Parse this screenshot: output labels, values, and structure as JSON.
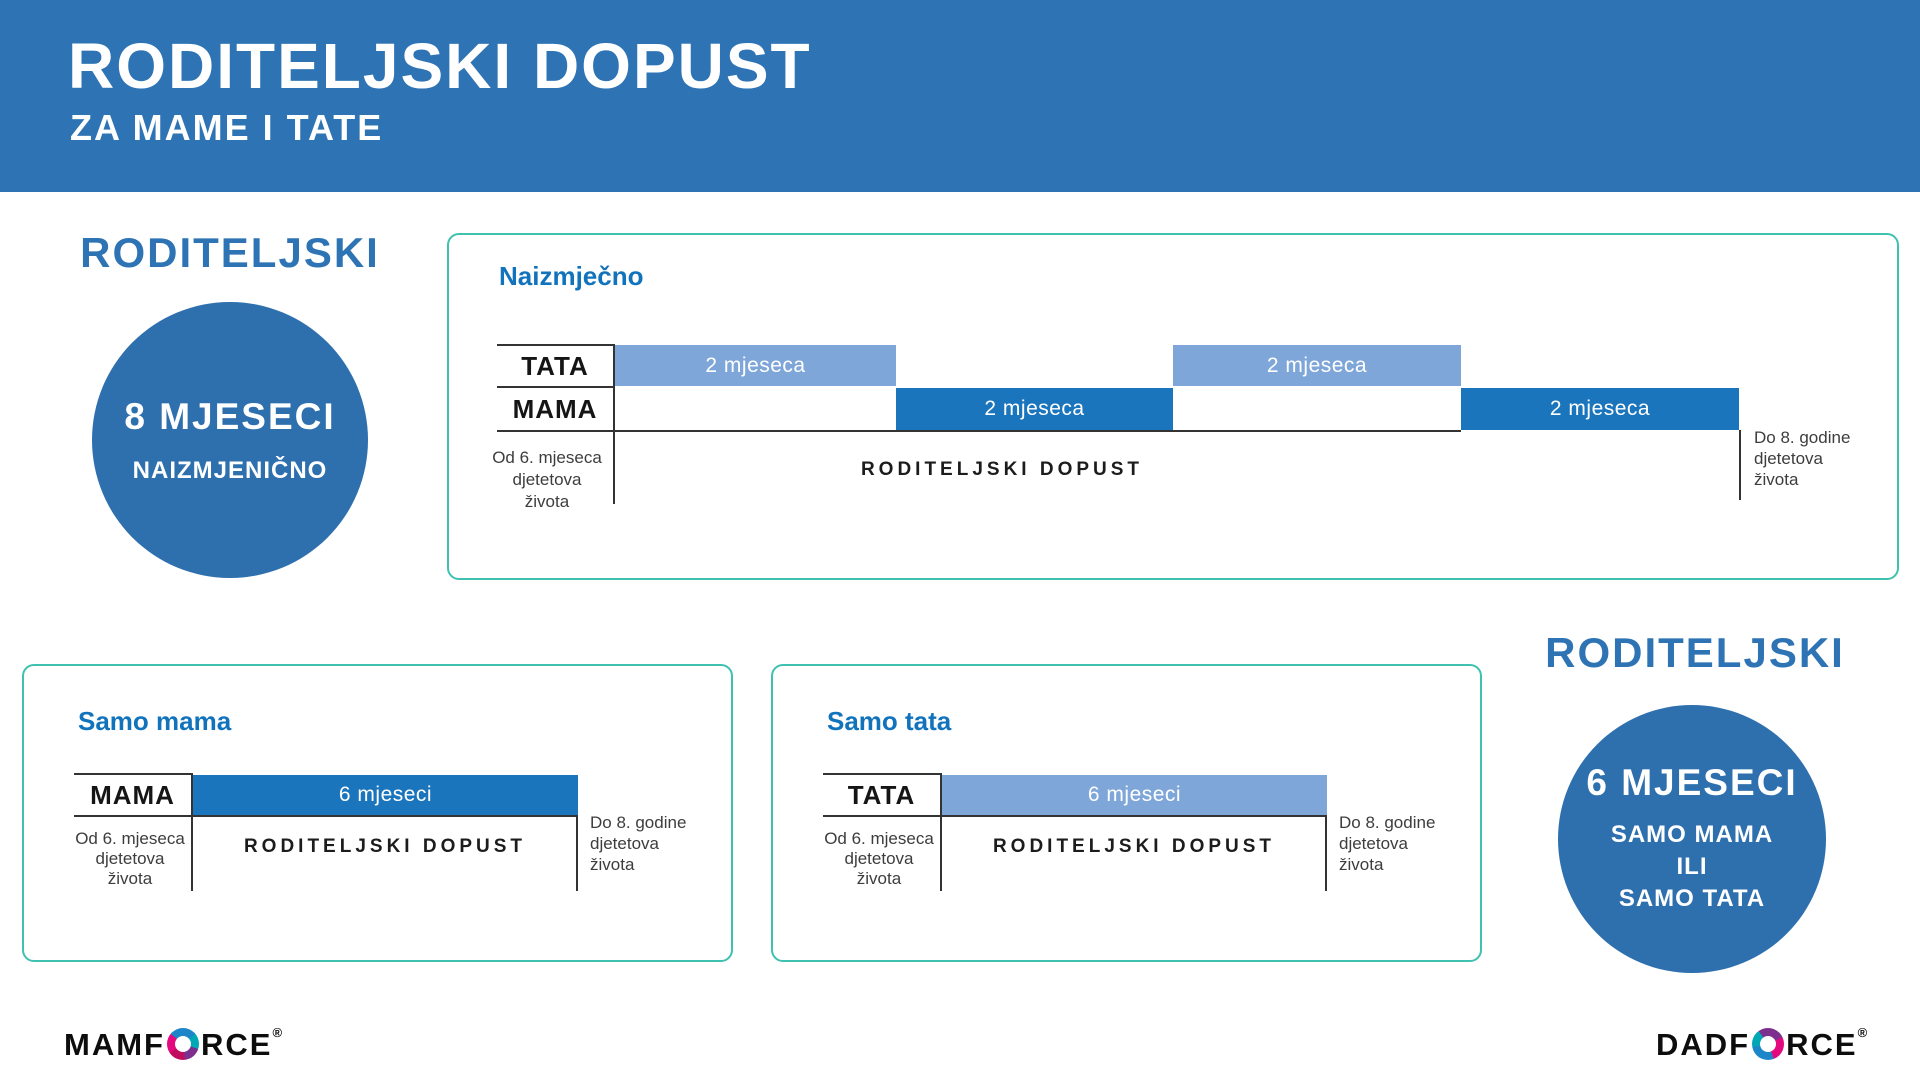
{
  "header": {
    "title": "RODITELJSKI DOPUST",
    "subtitle": "ZA MAME I TATE"
  },
  "left_summary": {
    "heading": "RODITELJSKI",
    "months": "8 MJESECI",
    "mode": "NAIZMJENIČNO"
  },
  "right_summary": {
    "heading": "RODITELJSKI",
    "months": "6 MJESECI",
    "mode_lines": [
      "SAMO MAMA",
      "ILI",
      "SAMO TATA"
    ]
  },
  "alternating": {
    "label": "Naizmječno",
    "row_labels": [
      "TATA",
      "MAMA"
    ],
    "bars": [
      {
        "row": "TATA",
        "label": "2 mjeseca"
      },
      {
        "row": "MAMA",
        "label": "2 mjeseca"
      },
      {
        "row": "TATA",
        "label": "2 mjeseca"
      },
      {
        "row": "MAMA",
        "label": "2 mjeseca"
      }
    ],
    "start_caption": [
      "Od 6. mjeseca",
      "djetetova",
      "života"
    ],
    "axis_caption": "RODITELJSKI DOPUST",
    "end_caption": [
      "Do 8. godine",
      "djetetova",
      "života"
    ]
  },
  "mama_panel": {
    "label": "Samo mama",
    "row_label": "MAMA",
    "bar_label": "6 mjeseci",
    "start_caption": [
      "Od 6. mjeseca",
      "djetetova",
      "života"
    ],
    "axis_caption": "RODITELJSKI DOPUST",
    "end_caption": [
      "Do 8. godine",
      "djetetova",
      "života"
    ]
  },
  "tata_panel": {
    "label": "Samo tata",
    "row_label": "TATA",
    "bar_label": "6 mjeseci",
    "start_caption": [
      "Od 6. mjeseca",
      "djetetova",
      "života"
    ],
    "axis_caption": "RODITELJSKI DOPUST",
    "end_caption": [
      "Do 8. godine",
      "djetetova",
      "života"
    ]
  },
  "logos": {
    "left": {
      "prefix": "MAMF",
      "suffix": "RCE",
      "reg": "®"
    },
    "right": {
      "prefix": "DADF",
      "suffix": "RCE",
      "reg": "®"
    }
  },
  "colors": {
    "header_blue": "#2e74b5",
    "circle_blue": "#2e6fae",
    "dark_bar_blue": "#1b75bc",
    "light_bar_blue": "#7ea6d8",
    "panel_label_blue": "#1273bd",
    "teal_border": "#3fc1b0"
  },
  "chart_data": [
    {
      "type": "timeline",
      "title": "Naizmječno",
      "unit": "months",
      "total_months": 8,
      "rows": [
        "TATA",
        "MAMA"
      ],
      "segments": [
        {
          "row": "TATA",
          "order": 1,
          "duration_months": 2,
          "label": "2 mjeseca"
        },
        {
          "row": "MAMA",
          "order": 2,
          "duration_months": 2,
          "label": "2 mjeseca"
        },
        {
          "row": "TATA",
          "order": 3,
          "duration_months": 2,
          "label": "2 mjeseca"
        },
        {
          "row": "MAMA",
          "order": 4,
          "duration_months": 2,
          "label": "2 mjeseca"
        }
      ],
      "start_label": "Od 6. mjeseca djetetova života",
      "end_label": "Do 8. godine djetetova života",
      "axis_label": "RODITELJSKI DOPUST"
    },
    {
      "type": "timeline",
      "title": "Samo mama",
      "unit": "months",
      "total_months": 6,
      "rows": [
        "MAMA"
      ],
      "segments": [
        {
          "row": "MAMA",
          "order": 1,
          "duration_months": 6,
          "label": "6 mjeseci"
        }
      ],
      "start_label": "Od 6. mjeseca djetetova života",
      "end_label": "Do 8. godine djetetova života",
      "axis_label": "RODITELJSKI DOPUST"
    },
    {
      "type": "timeline",
      "title": "Samo tata",
      "unit": "months",
      "total_months": 6,
      "rows": [
        "TATA"
      ],
      "segments": [
        {
          "row": "TATA",
          "order": 1,
          "duration_months": 6,
          "label": "6 mjeseci"
        }
      ],
      "start_label": "Od 6. mjeseca djetetova života",
      "end_label": "Do 8. godine djetetova života",
      "axis_label": "RODITELJSKI DOPUST"
    }
  ]
}
